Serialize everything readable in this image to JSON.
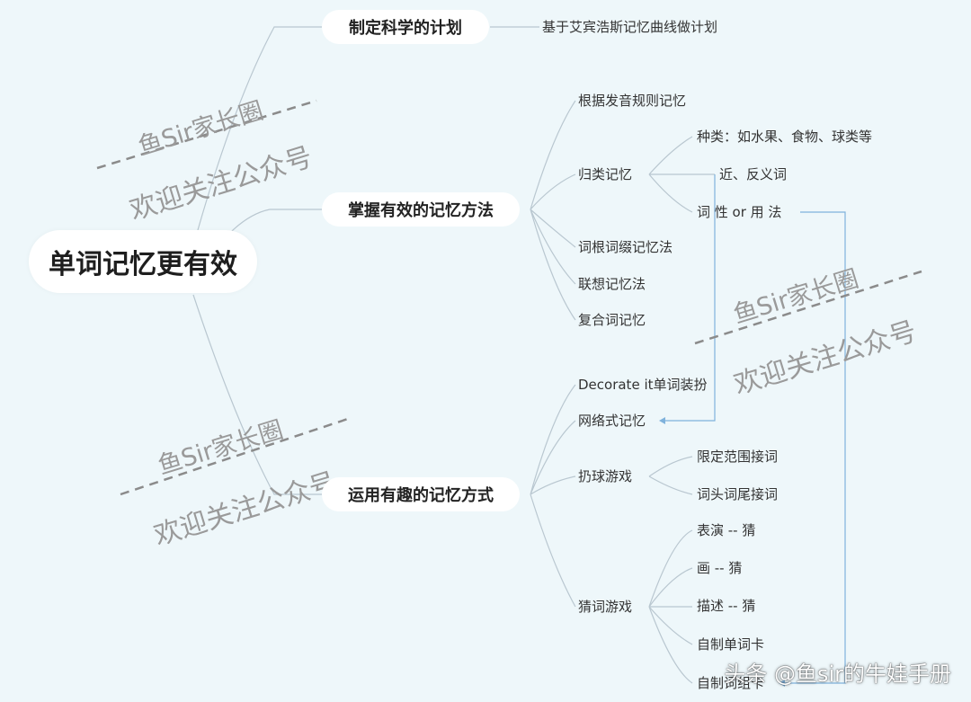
{
  "mindmap": {
    "root": "单词记忆更有效",
    "branches": [
      {
        "label": "制定科学的计划",
        "children": [
          "基于艾宾浩斯记忆曲线做计划"
        ]
      },
      {
        "label": "掌握有效的记忆方法",
        "children": [
          {
            "label": "根据发音规则记忆"
          },
          {
            "label": "归类记忆",
            "children": [
              "种类：如水果、食物、球类等",
              "近、反义词",
              "词 性 or 用 法"
            ]
          },
          {
            "label": "词根词缀记忆法"
          },
          {
            "label": "联想记忆法"
          },
          {
            "label": "复合词记忆"
          }
        ]
      },
      {
        "label": "运用有趣的记忆方式",
        "children": [
          {
            "label": "Decorate it单词装扮"
          },
          {
            "label": "网络式记忆"
          },
          {
            "label": "扔球游戏",
            "children": [
              "限定范围接词",
              "词头词尾接词"
            ]
          },
          {
            "label": "猜词游戏",
            "children": [
              "表演 -- 猜",
              "画 -- 猜",
              "描述 -- 猜",
              "自制单词卡",
              "自制词组卡"
            ]
          }
        ]
      }
    ]
  },
  "watermarks": {
    "line1": "鱼Sir家长圈",
    "line2": "欢迎关注公众号"
  },
  "footer": "头条 @鱼sir的牛娃手册",
  "colors": {
    "background": "#eef7fa",
    "connector": "#b9c7d0",
    "cross_link": "#7fb2dc",
    "watermark": "#9a9a9a"
  }
}
